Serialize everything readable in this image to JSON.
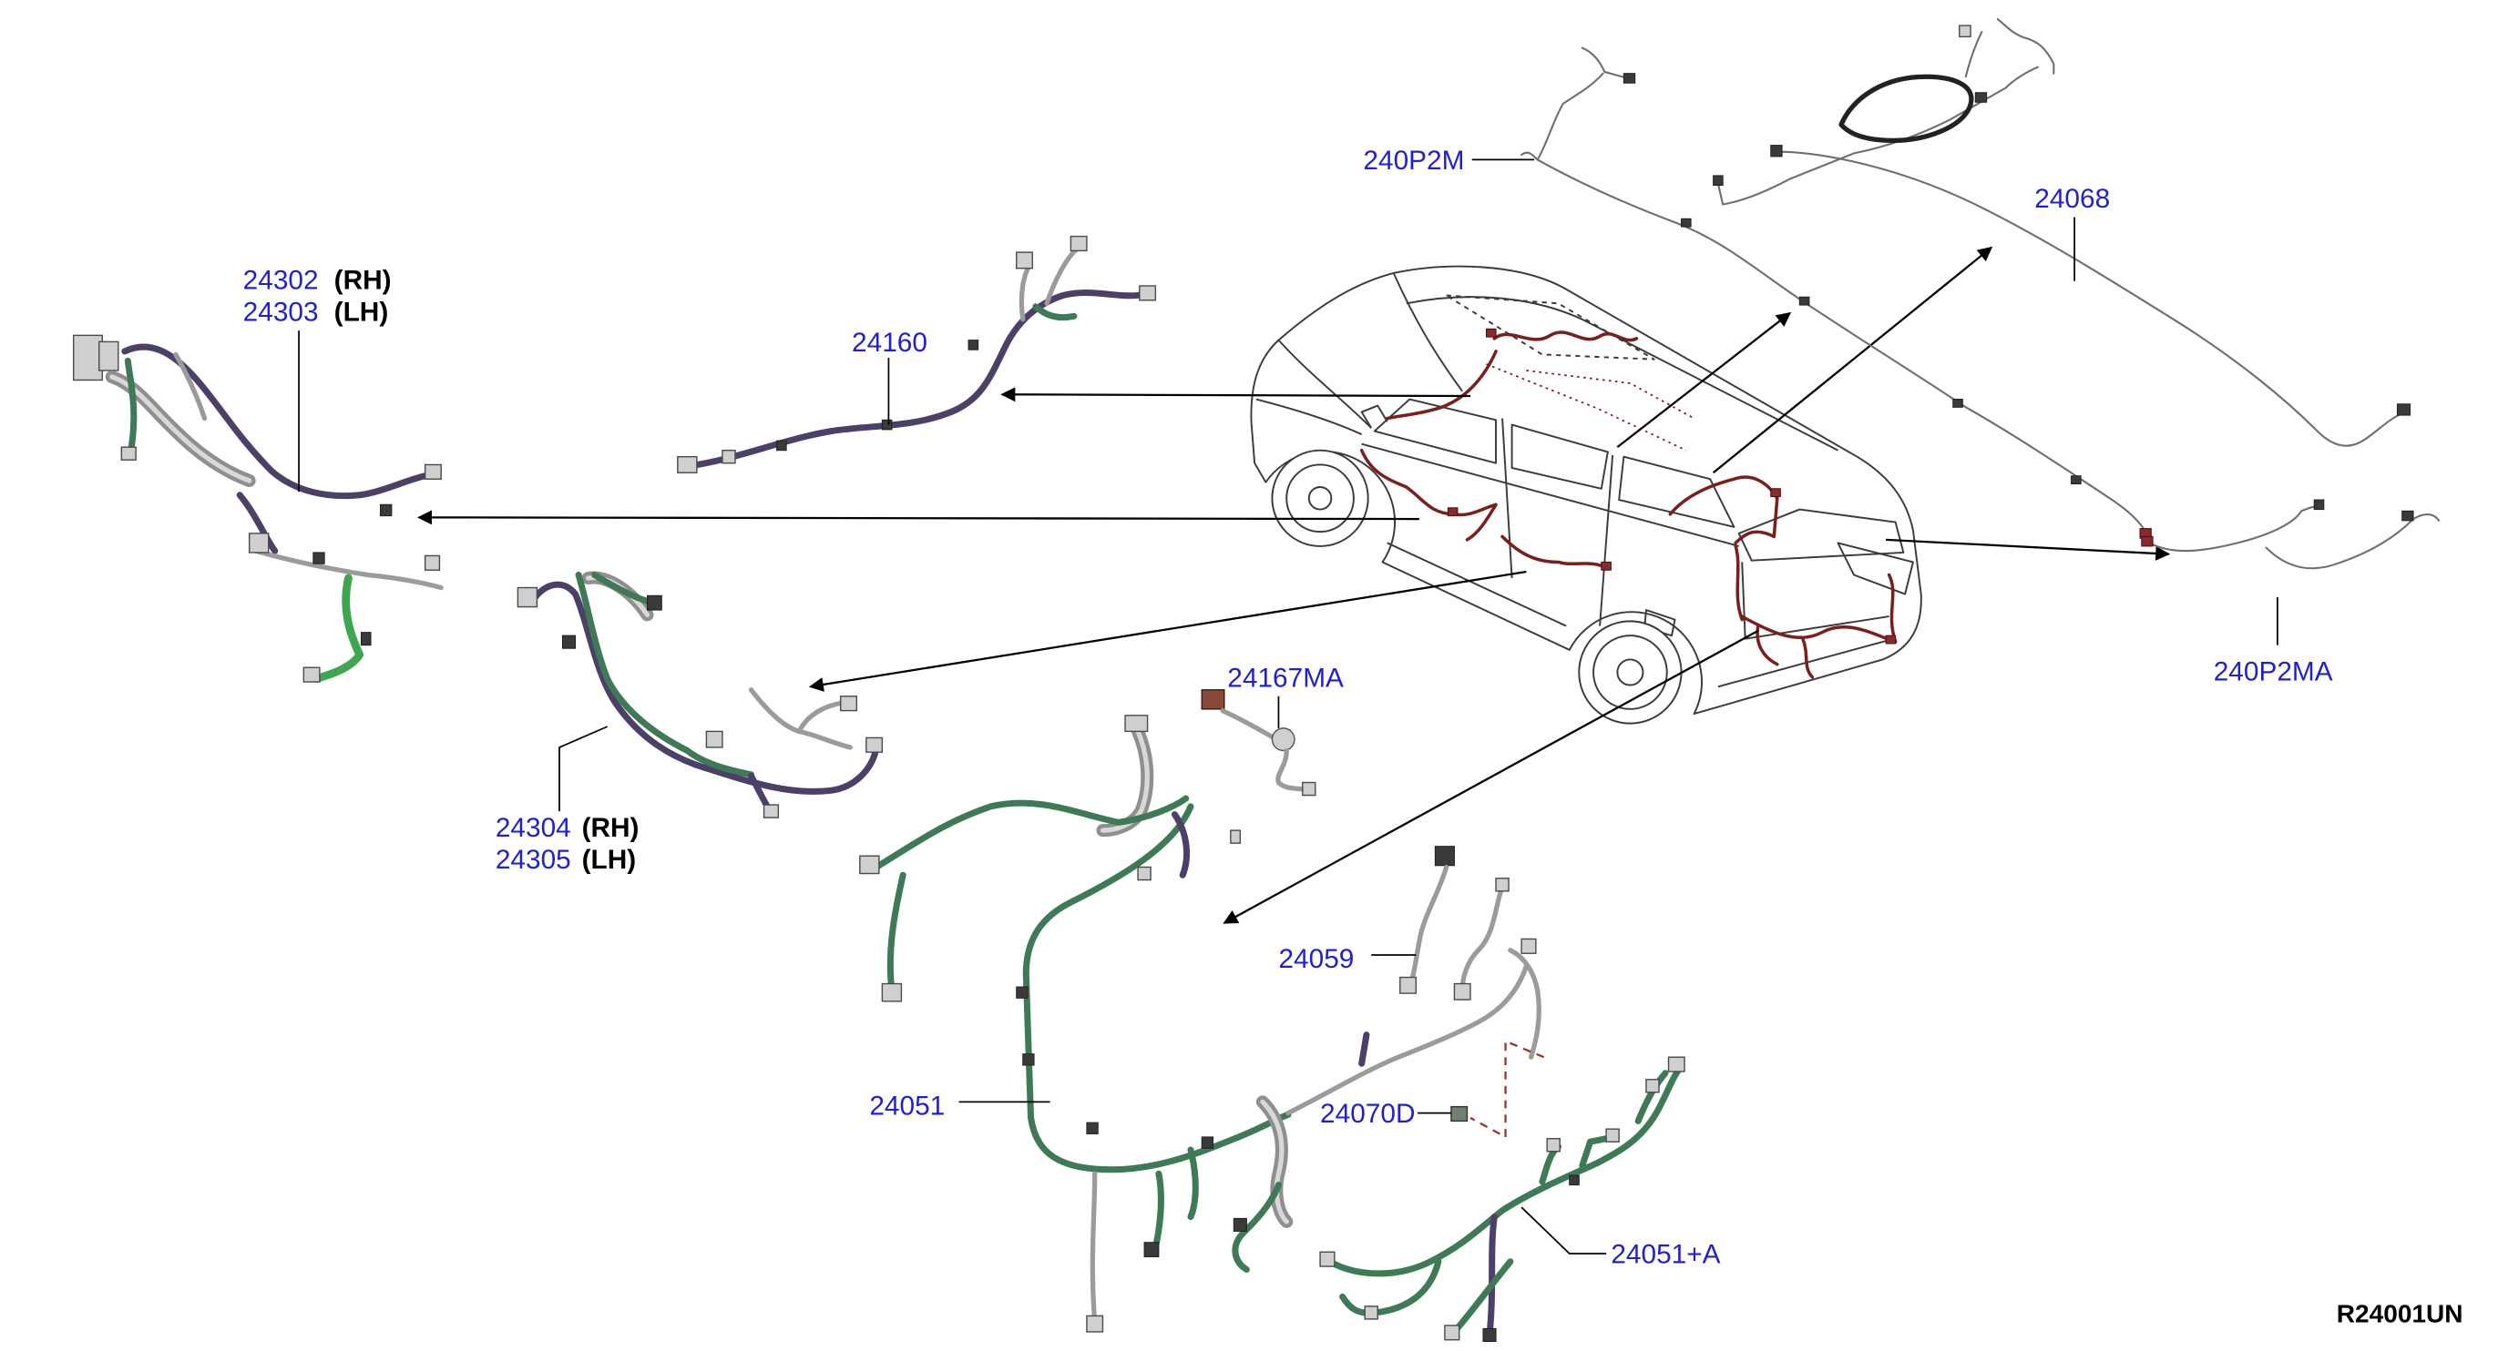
{
  "callouts": [
    {
      "part": "24302",
      "side": "(RH)"
    },
    {
      "part": "24303",
      "side": "(LH)"
    },
    {
      "part": "24160"
    },
    {
      "part": "240P2M"
    },
    {
      "part": "24068"
    },
    {
      "part": "240P2MA"
    },
    {
      "part": "24167MA"
    },
    {
      "part": "24304",
      "side": "(RH)"
    },
    {
      "part": "24305",
      "side": "(LH)"
    },
    {
      "part": "24059"
    },
    {
      "part": "24051"
    },
    {
      "part": "24070D"
    },
    {
      "part": "24051+A"
    }
  ],
  "diagram_code": "R24001UN",
  "colors": {
    "callout_text": "#1f1fd6",
    "vehicle_harness": "#7a1e1e",
    "harness_purple": "#4d4068",
    "harness_green": "#3e7a55",
    "harness_light_green": "#3fa650",
    "harness_gray": "#9b9b9b",
    "guide_dashed": "#a03030"
  }
}
